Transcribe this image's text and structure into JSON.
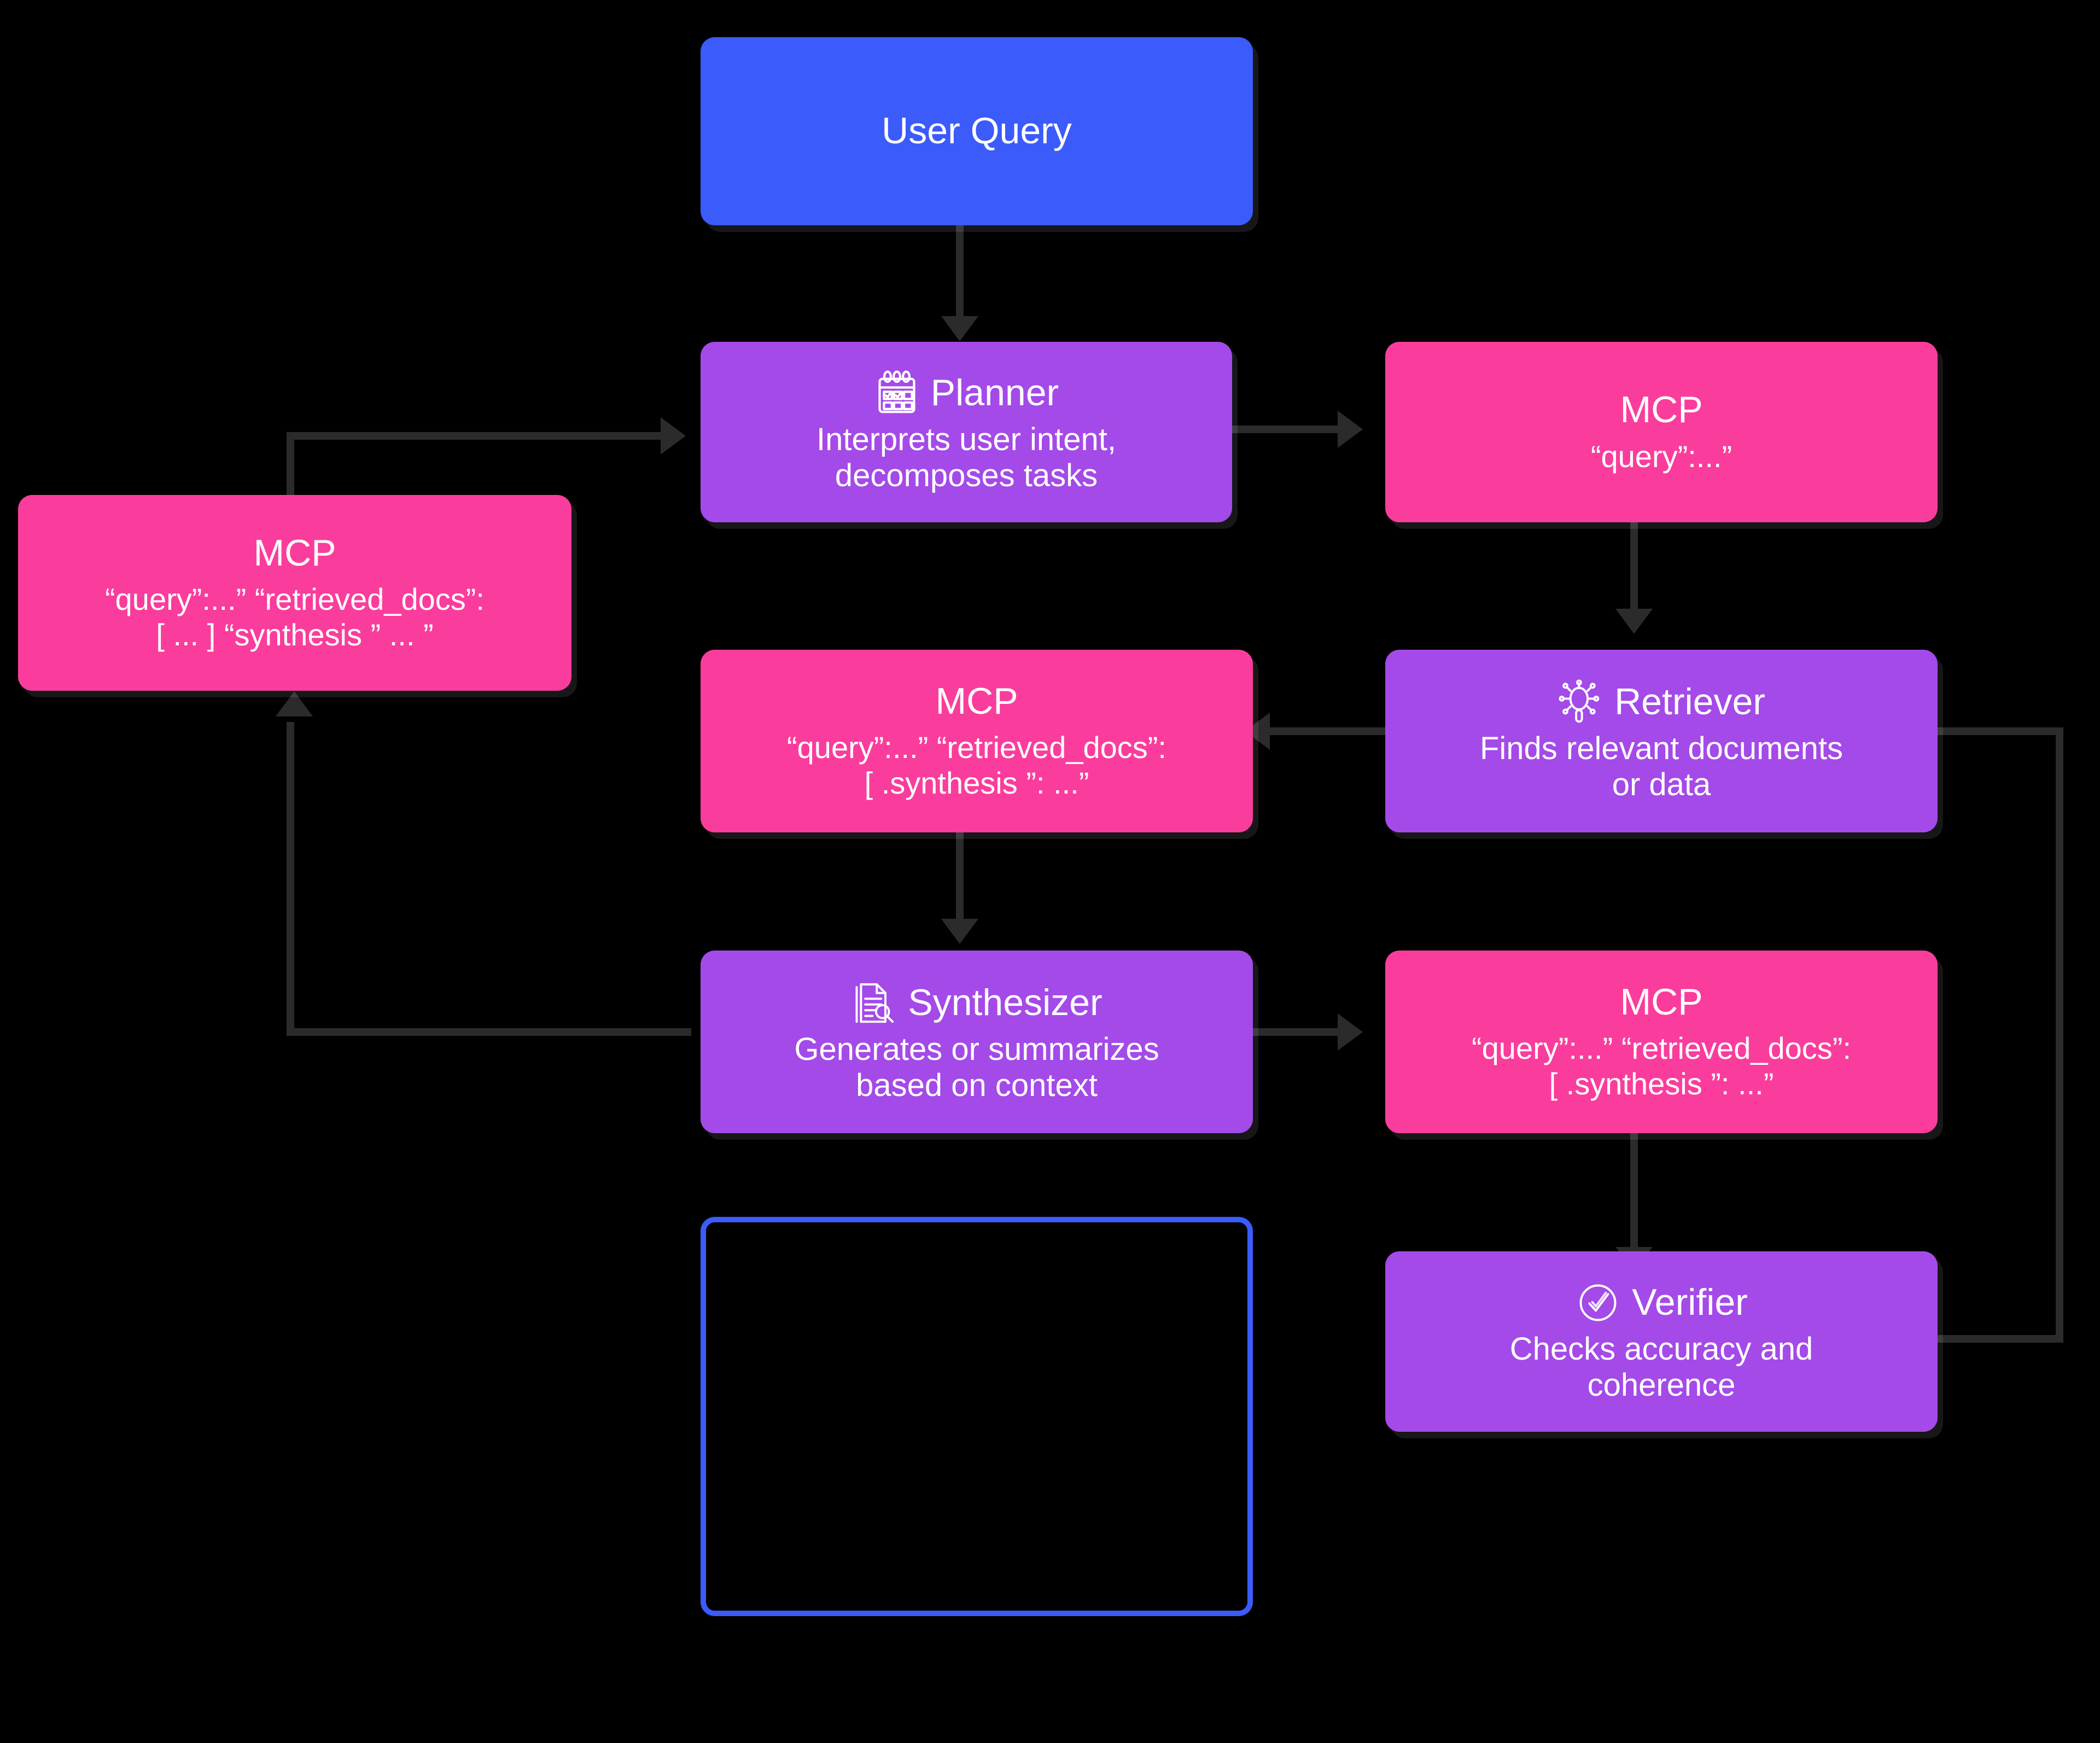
{
  "diagram": {
    "title": "Agentic RAG pipeline with MCP message passing",
    "colors": {
      "user_query": "#3B5BFA",
      "agent": "#A44AE8",
      "mcp": "#FA3D9C",
      "connector": "#2b2b2b",
      "outline_box": "#3B5BFA",
      "background": "#000000",
      "text": "#ffffff"
    }
  },
  "nodes": {
    "user_query": {
      "label": "User Query"
    },
    "planner": {
      "icon": "calendar-checklist-icon",
      "title": "Planner",
      "desc_line1": "Interprets user intent,",
      "desc_line2": "decomposes tasks"
    },
    "mcp_query": {
      "head": "MCP",
      "body_line1": "“query”:...”"
    },
    "retriever": {
      "icon": "magnifier-network-icon",
      "title": "Retriever",
      "desc_line1": "Finds relevant documents",
      "desc_line2": "or data"
    },
    "mcp_left": {
      "head": "MCP",
      "body_line1": "“query”:...” “retrieved_docs”:",
      "body_line2": "[ ... ] “synthesis ” ... ”"
    },
    "mcp_middle": {
      "head": "MCP",
      "body_line1": "“query”:...” “retrieved_docs”:",
      "body_line2": "[ .synthesis ”: ...”"
    },
    "synthesizer": {
      "icon": "document-magnifier-icon",
      "title": "Synthesizer",
      "desc_line1": "Generates or summarizes",
      "desc_line2": "based on context"
    },
    "mcp_right": {
      "head": "MCP",
      "body_line1": "“query”:...” “retrieved_docs”:",
      "body_line2": "[ .synthesis ”: ...”"
    },
    "verifier": {
      "icon": "circle-check-icon",
      "title": "Verifier",
      "desc_line1": "Checks accuracy and",
      "desc_line2": "coherence"
    },
    "empty_box": {
      "label": ""
    }
  },
  "edges": [
    {
      "name": "user-query-to-planner",
      "from": "user_query",
      "to": "planner"
    },
    {
      "name": "planner-to-mcp-query",
      "from": "planner",
      "to": "mcp_query"
    },
    {
      "name": "mcp-query-to-retriever",
      "from": "mcp_query",
      "to": "retriever"
    },
    {
      "name": "retriever-to-mcp-middle",
      "from": "retriever",
      "to": "mcp_middle"
    },
    {
      "name": "mcp-middle-to-synthesizer",
      "from": "mcp_middle",
      "to": "synthesizer"
    },
    {
      "name": "synthesizer-to-mcp-right",
      "from": "synthesizer",
      "to": "mcp_right"
    },
    {
      "name": "mcp-right-to-verifier",
      "from": "mcp_right",
      "to": "verifier"
    },
    {
      "name": "verifier-to-retriever-feedback",
      "from": "verifier",
      "to": "retriever"
    },
    {
      "name": "synthesizer-to-mcp-left-feedback",
      "from": "synthesizer",
      "to": "mcp_left"
    },
    {
      "name": "mcp-left-to-planner-feedback",
      "from": "mcp_left",
      "to": "planner"
    }
  ]
}
